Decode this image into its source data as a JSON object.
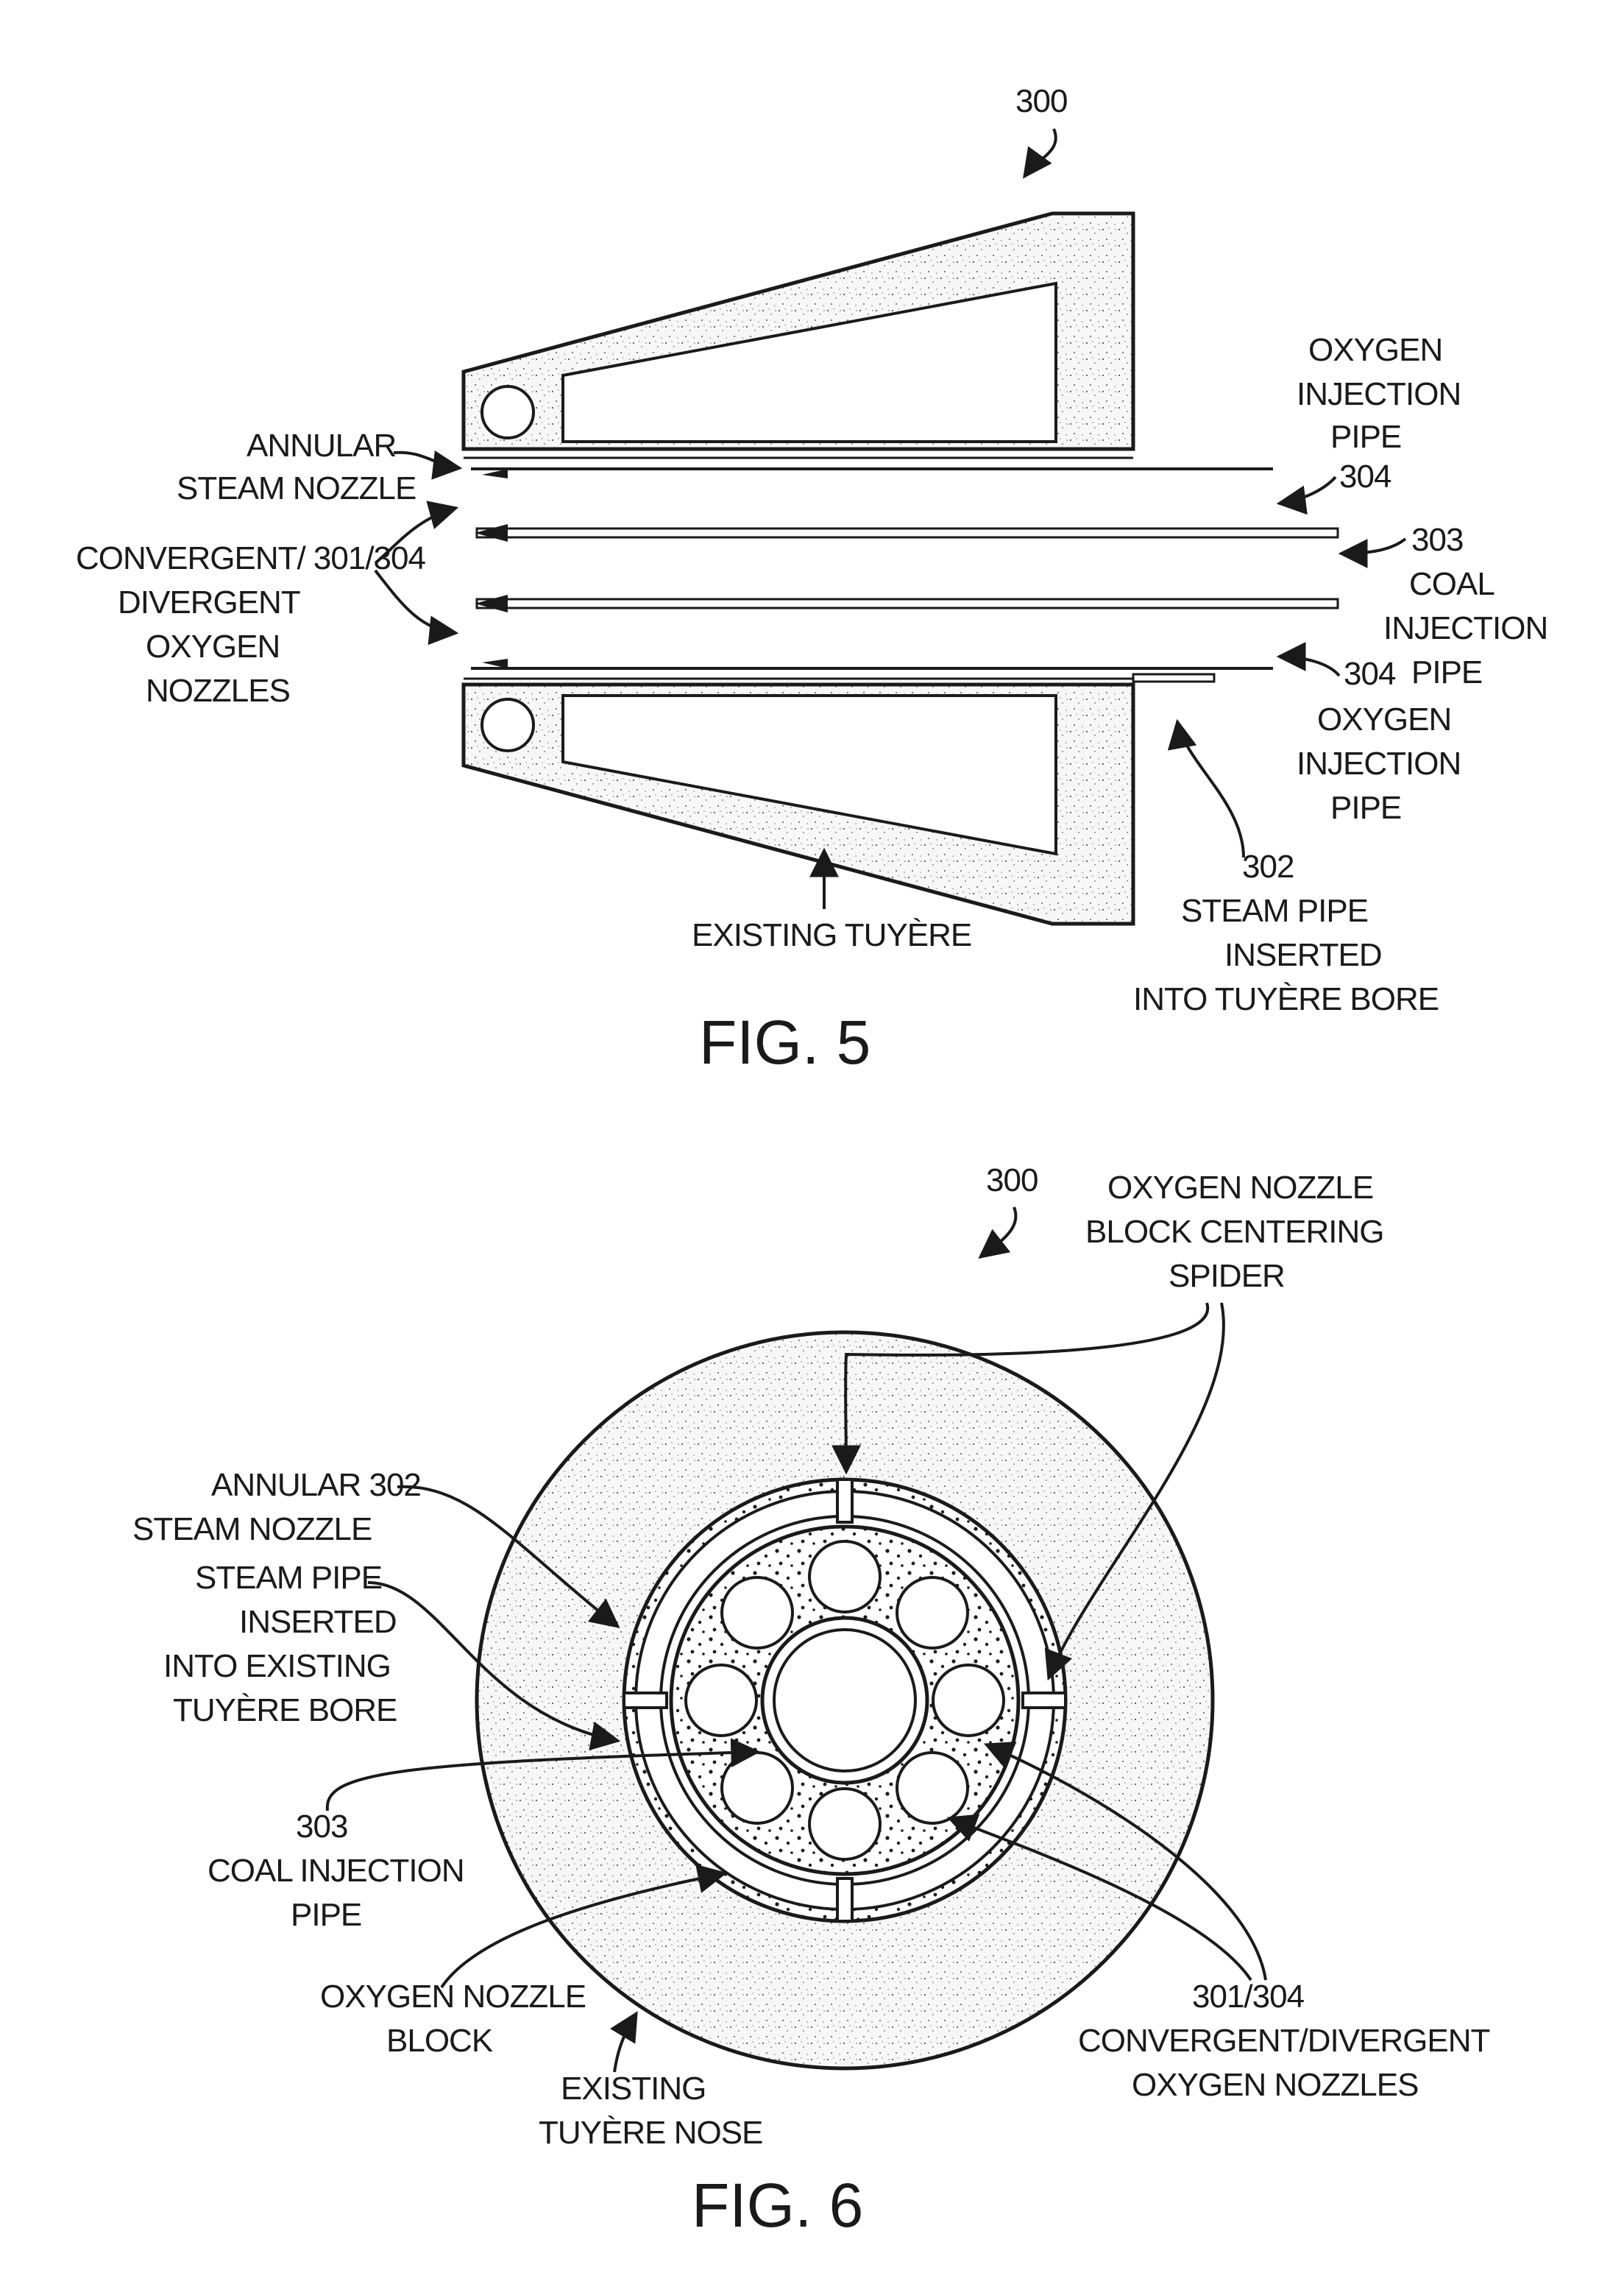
{
  "fig5": {
    "caption": "FIG. 5",
    "ref_300": "300",
    "labels": {
      "annular_steam_nozzle": [
        "ANNULAR",
        "STEAM NOZZLE"
      ],
      "conv_div_nozzles": [
        "CONVERGENT/ 301/304",
        "DIVERGENT",
        "OXYGEN",
        "NOZZLES"
      ],
      "oxygen_pipe_top": [
        "OXYGEN",
        "INJECTION",
        "PIPE"
      ],
      "ref_304_top": "304",
      "ref_303": "303",
      "coal_injection_pipe": [
        "COAL",
        "INJECTION",
        "PIPE"
      ],
      "ref_304_bottom": "304",
      "oxygen_pipe_bottom": [
        "OXYGEN",
        "INJECTION",
        "PIPE"
      ],
      "ref_302": "302",
      "steam_pipe": [
        "STEAM PIPE",
        "INSERTED",
        "INTO TUYÈRE BORE"
      ],
      "existing_tuyere": "EXISTING TUYÈRE"
    }
  },
  "fig6": {
    "caption": "FIG. 6",
    "ref_300": "300",
    "labels": {
      "spider": [
        "OXYGEN NOZZLE",
        "BLOCK CENTERING",
        "SPIDER"
      ],
      "annular_steam_nozzle": [
        "ANNULAR 302",
        "STEAM NOZZLE"
      ],
      "steam_pipe": [
        "STEAM PIPE",
        "INSERTED",
        "INTO EXISTING",
        "TUYÈRE BORE"
      ],
      "coal_pipe": [
        "303",
        "COAL INJECTION",
        "PIPE"
      ],
      "oxygen_block": [
        "OXYGEN NOZZLE",
        "BLOCK"
      ],
      "tuyere_nose": [
        "EXISTING",
        "TUYÈRE NOSE"
      ],
      "conv_div": [
        "301/304",
        "CONVERGENT/DIVERGENT",
        "OXYGEN NOZZLES"
      ]
    }
  }
}
